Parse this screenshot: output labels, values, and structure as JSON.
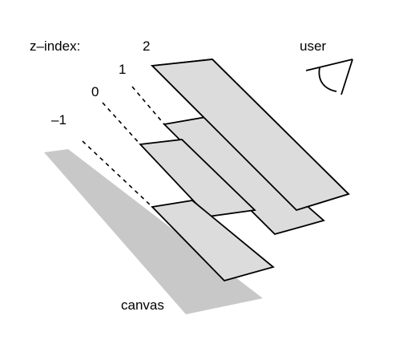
{
  "labels": {
    "z_index": "z–index:",
    "layer_2": "2",
    "layer_1": "1",
    "layer_0": "0",
    "layer_neg1": "–1",
    "user": "user",
    "canvas": "canvas"
  },
  "colors": {
    "canvas_fill": "#c8c8c8",
    "layer_fill": "#dcdcdc",
    "stroke": "#000000",
    "background": "#ffffff"
  },
  "icons": {
    "user": "eye-icon"
  }
}
